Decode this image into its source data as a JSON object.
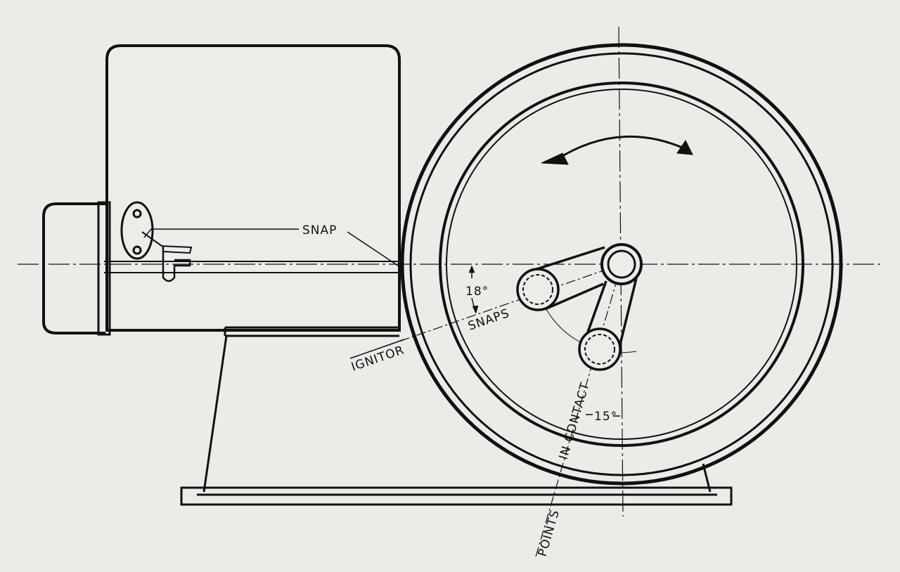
{
  "diagram": {
    "labels": {
      "snap": "SNAP",
      "snaps": "SNAPS",
      "ignitor": "IGNITOR",
      "angle_snap": "18°",
      "angle_contact": "15°",
      "in_contact": "IN CONTACT",
      "points": "POINTS"
    },
    "ink_color": "#111111",
    "paper_color": "#ebebe8"
  }
}
